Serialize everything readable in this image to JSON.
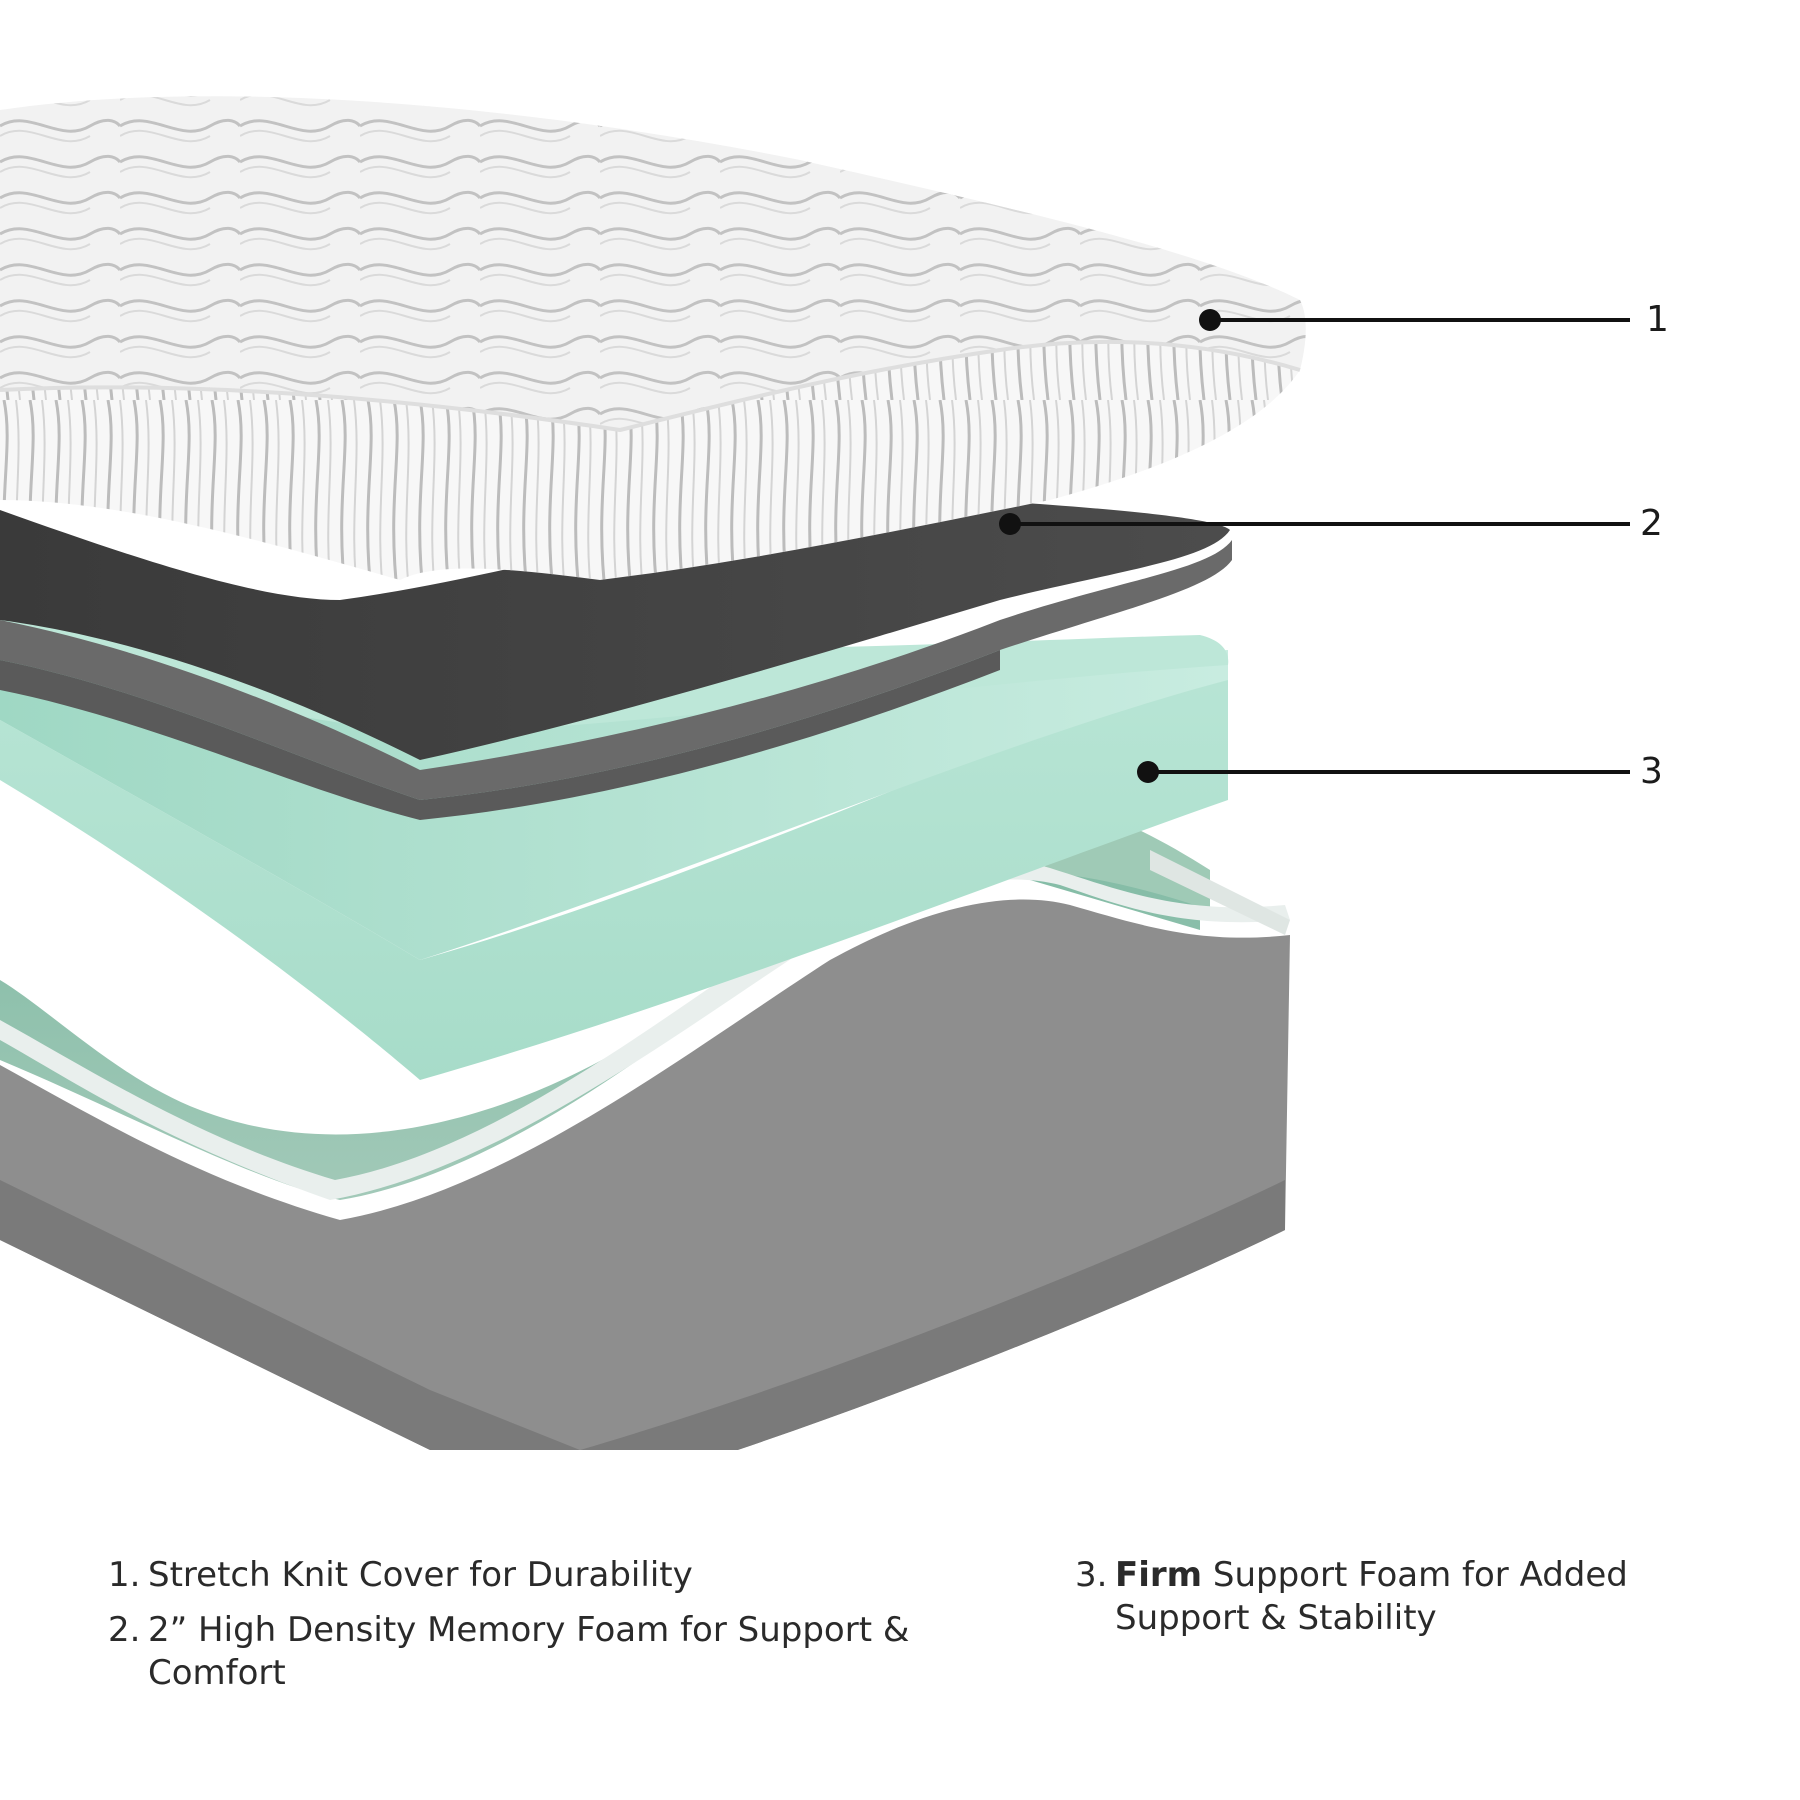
{
  "callouts": [
    {
      "number": "1"
    },
    {
      "number": "2"
    },
    {
      "number": "3"
    }
  ],
  "legend": {
    "items": [
      {
        "number": "1.",
        "bold": "",
        "text": "Stretch Knit Cover for Durability"
      },
      {
        "number": "2.",
        "bold": "",
        "text": "2” High Density Memory Foam for Support & Comfort"
      },
      {
        "number": "3.",
        "bold": "Firm",
        "text": " Support Foam for Added Support & Stability"
      }
    ]
  },
  "colors": {
    "cover": "#f2f2f2",
    "cover_stripes": "#b9b9b9",
    "memory_foam": "#4a4a4a",
    "support_foam": "#c4e9dc",
    "base_fabric": "#8d8d8d",
    "base_inner": "#8fbfa9",
    "line": "#111111"
  }
}
